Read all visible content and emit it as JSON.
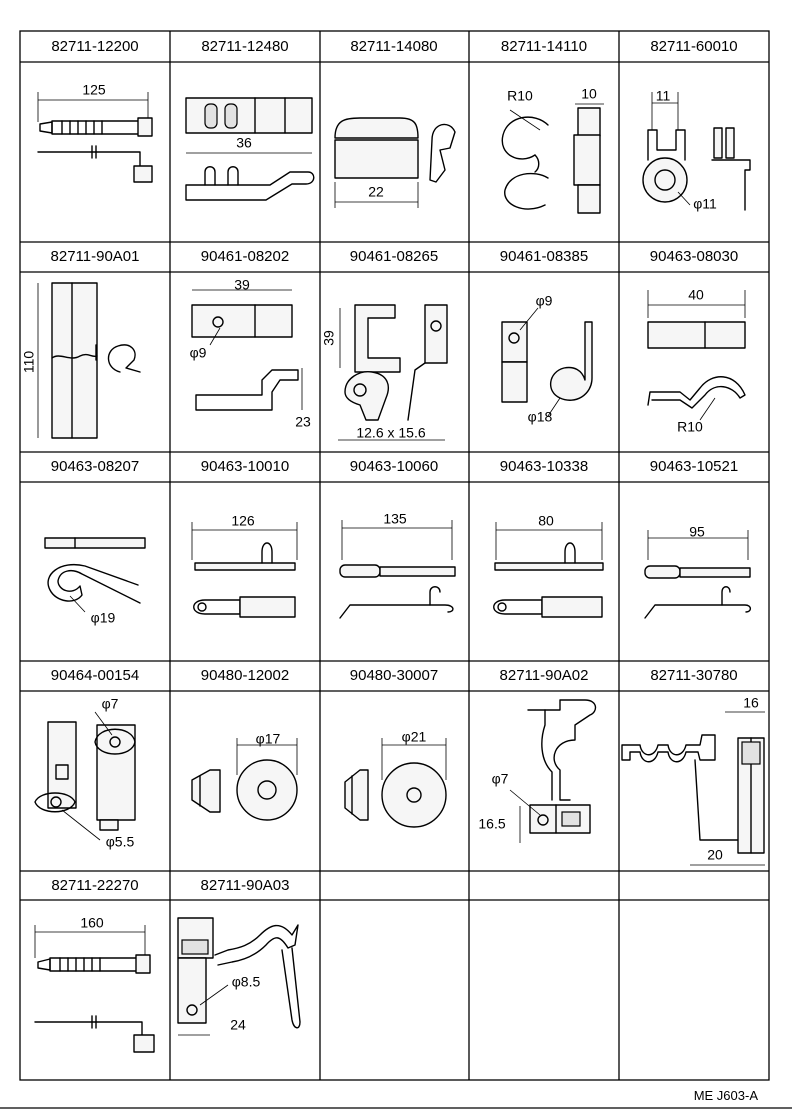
{
  "parts": [
    {
      "part_no": "82711-12200",
      "dims": [
        "125"
      ]
    },
    {
      "part_no": "82711-12480",
      "dims": [
        "36"
      ]
    },
    {
      "part_no": "82711-14080",
      "dims": [
        "22"
      ]
    },
    {
      "part_no": "82711-14110",
      "dims": [
        "R10",
        "10"
      ]
    },
    {
      "part_no": "82711-60010",
      "dims": [
        "11",
        "φ11"
      ]
    },
    {
      "part_no": "82711-90A01",
      "dims": [
        "110"
      ]
    },
    {
      "part_no": "90461-08202",
      "dims": [
        "39",
        "φ9",
        "23"
      ]
    },
    {
      "part_no": "90461-08265",
      "dims": [
        "39",
        "12.6 x 15.6"
      ]
    },
    {
      "part_no": "90461-08385",
      "dims": [
        "φ9",
        "φ18"
      ]
    },
    {
      "part_no": "90463-08030",
      "dims": [
        "40",
        "R10"
      ]
    },
    {
      "part_no": "90463-08207",
      "dims": [
        "φ19"
      ]
    },
    {
      "part_no": "90463-10010",
      "dims": [
        "126"
      ]
    },
    {
      "part_no": "90463-10060",
      "dims": [
        "135"
      ]
    },
    {
      "part_no": "90463-10338",
      "dims": [
        "80"
      ]
    },
    {
      "part_no": "90463-10521",
      "dims": [
        "95"
      ]
    },
    {
      "part_no": "90464-00154",
      "dims": [
        "φ7",
        "φ5.5"
      ]
    },
    {
      "part_no": "90480-12002",
      "dims": [
        "φ17"
      ]
    },
    {
      "part_no": "90480-30007",
      "dims": [
        "φ21"
      ]
    },
    {
      "part_no": "82711-90A02",
      "dims": [
        "φ7",
        "16.5"
      ]
    },
    {
      "part_no": "82711-30780",
      "dims": [
        "16",
        "20"
      ]
    },
    {
      "part_no": "82711-22270",
      "dims": [
        "160"
      ]
    },
    {
      "part_no": "82711-90A03",
      "dims": [
        "φ8.5",
        "24"
      ]
    }
  ],
  "footer": {
    "code": "ME  J603-A"
  }
}
